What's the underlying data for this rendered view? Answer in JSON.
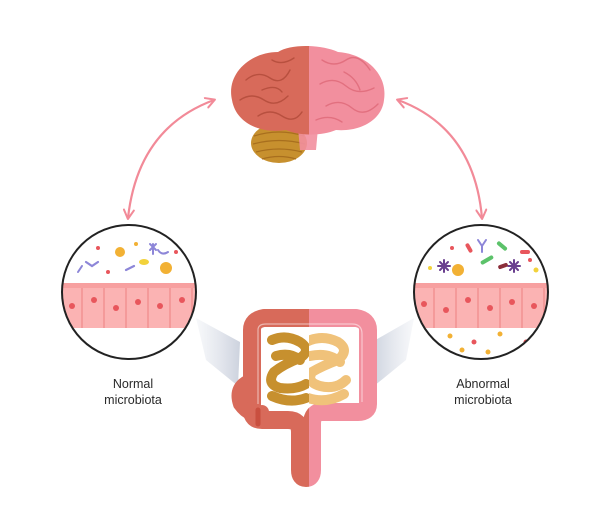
{
  "labels": {
    "normal": {
      "line1": "Normal",
      "line2": "microbiota"
    },
    "abnormal": {
      "line1": "Abnormal",
      "line2": "microbiota"
    }
  },
  "icons": [
    "brain-icon",
    "intestine-icon",
    "bidirectional-arrow-icon",
    "microbiota-zoom-icon"
  ],
  "colors": {
    "brain_left": "#d86a5a",
    "brain_right": "#f28f9e",
    "cerebellum": "#c7902e",
    "arrow": "#f28a98",
    "gut_left": "#d86a5a",
    "gut_right": "#f28f9e",
    "small_intestine_left": "#c7902e",
    "small_intestine_right": "#f0c27a",
    "cells": "#fbb3b3"
  }
}
